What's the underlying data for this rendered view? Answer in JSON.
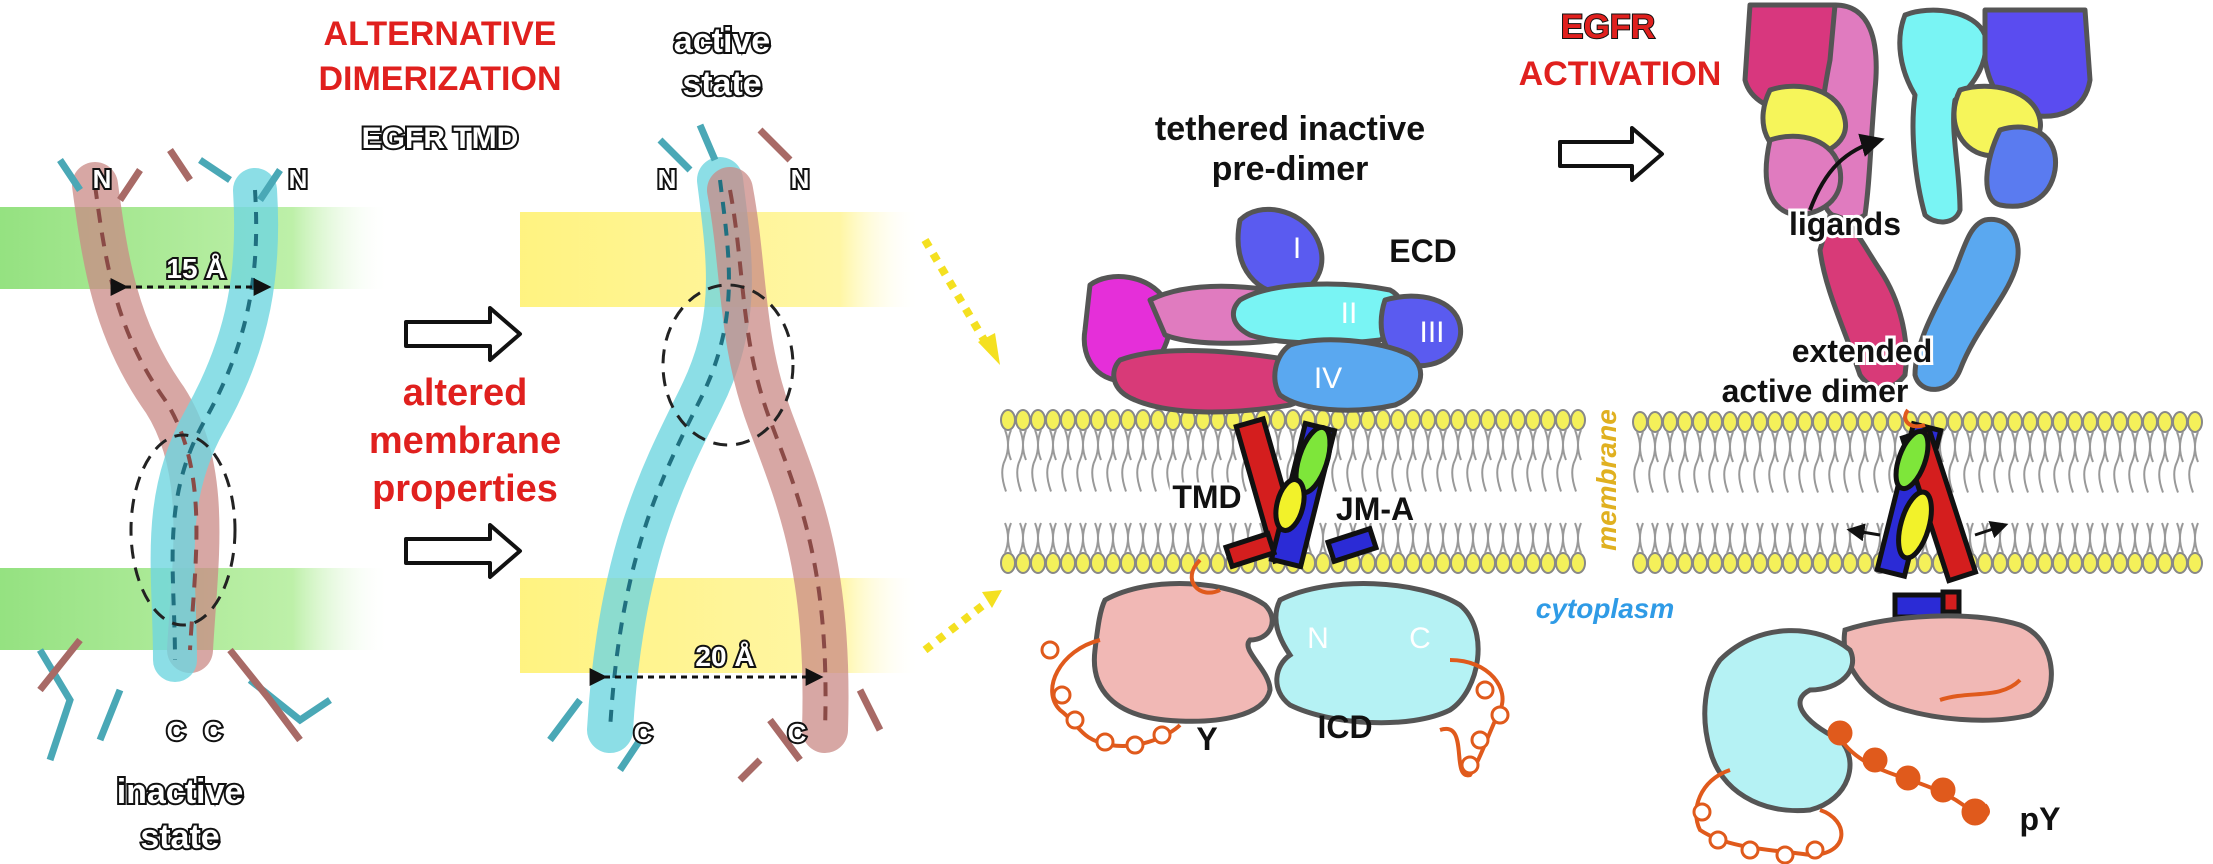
{
  "panel_left": {
    "title_line1": "ALTERNATIVE",
    "title_line2": "DIMERIZATION",
    "subtitle": "EGFR TMD",
    "inactive_line1": "inactive",
    "inactive_line2": "state",
    "active_line1": "active",
    "active_line2": "state",
    "n_label": "N",
    "c_label": "C",
    "distance_inactive": "15 Å",
    "distance_active": "20 Å",
    "altered_line1": "altered",
    "altered_line2": "membrane",
    "altered_line3": "properties"
  },
  "panel_right": {
    "title_line1": "EGFR",
    "title_line2": "ACTIVATION",
    "tethered_line1": "tethered inactive",
    "tethered_line2": "pre-dimer",
    "ecd": "ECD",
    "domain_i": "I",
    "domain_ii": "II",
    "domain_iii": "III",
    "domain_iv": "IV",
    "tmd": "TMD",
    "jma": "JM-A",
    "membrane": "membrane",
    "cytoplasm": "cytoplasm",
    "kinase_n": "N",
    "kinase_c": "C",
    "icd": "ICD",
    "y": "Y",
    "ligands": "ligands",
    "extended_line1": "extended",
    "extended_line2": "active dimer",
    "py": "pY"
  },
  "colors": {
    "title_red": "#e0201e",
    "band_green": "#8fe07a",
    "band_yellow": "#fff27a",
    "helix_cyan": "#6fd6e0",
    "helix_pink": "#c98a86",
    "domain_magenta": "#e52fd9",
    "domain_pink": "#e07bbf",
    "domain_crimson": "#d83a78",
    "domain_cyan": "#79f4f4",
    "domain_blue": "#5a5bf0",
    "domain_lightblue": "#5aa8f0",
    "membrane_yellow": "#f4f05a",
    "kinase_pink": "#f1b8b5",
    "kinase_cyan": "#b5f2f4",
    "tail_orange": "#e05a1c",
    "cytoplasm_text": "#2f9be6",
    "membrane_text": "#e0b020"
  }
}
